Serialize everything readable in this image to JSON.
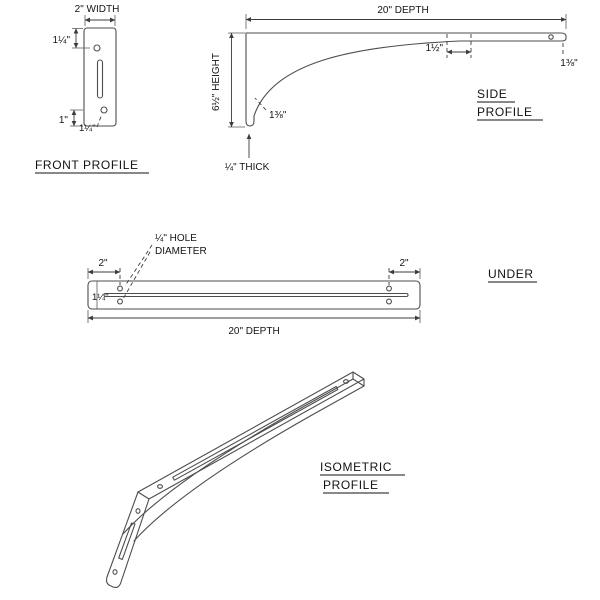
{
  "front_profile": {
    "title": "FRONT PROFILE",
    "width_label": "2\" WIDTH",
    "top_hole_offset": "1¼\"",
    "bottom_hole_offset": "1\"",
    "bottom_hole_inset": "1¼\""
  },
  "side_profile": {
    "title_line1": "SIDE",
    "title_line2": "PROFILE",
    "depth_label": "20\" DEPTH",
    "height_label": "6½\" HEIGHT",
    "flat_label": "1½\"",
    "tip_label": "1⅜\"",
    "leg_label": "1⅜\"",
    "thick_label": "¼\" THICK"
  },
  "under_view": {
    "title": "UNDER",
    "hole_note_line1": "¼\" HOLE",
    "hole_note_line2": "DIAMETER",
    "left_offset": "2\"",
    "right_offset": "2\"",
    "hole_spacing": "1¼\"",
    "depth_label": "20\" DEPTH"
  },
  "isometric": {
    "title_line1": "ISOMETRIC",
    "title_line2": "PROFILE"
  }
}
